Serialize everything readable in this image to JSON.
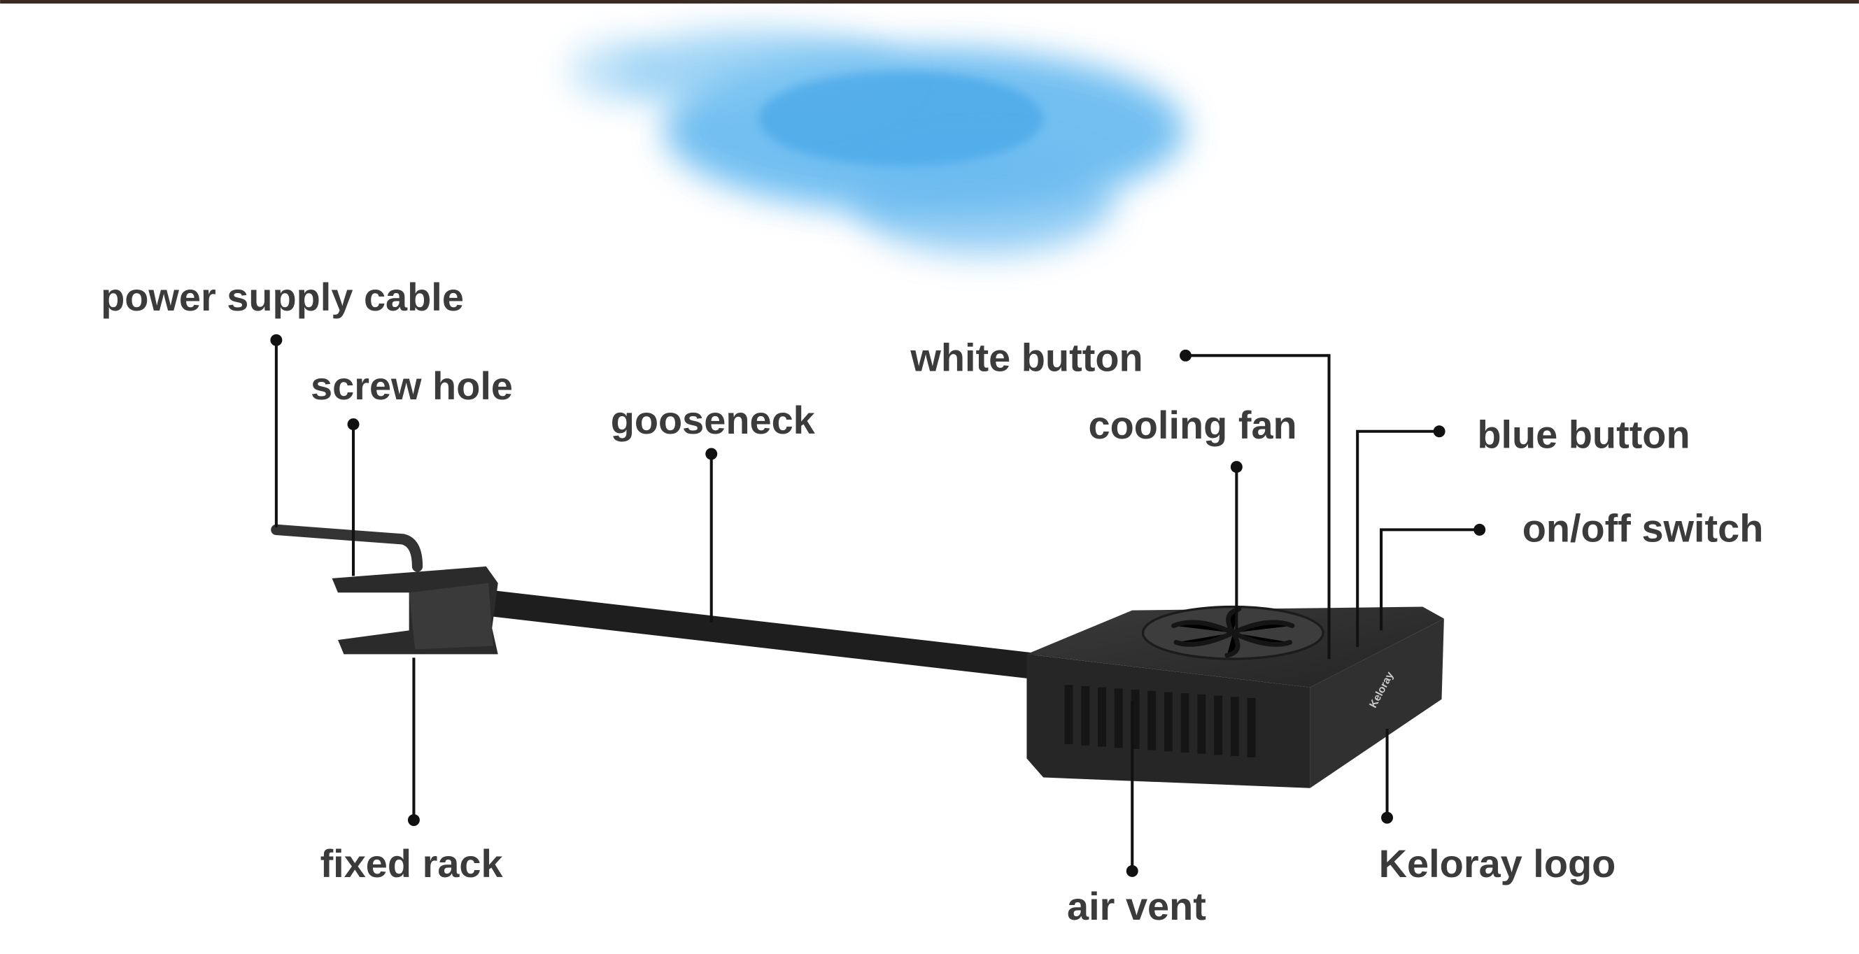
{
  "labels": {
    "power_supply_cable": "power supply cable",
    "screw_hole": "screw hole",
    "gooseneck": "gooseneck",
    "white_button": "white button",
    "cooling_fan": "cooling fan",
    "blue_button": "blue button",
    "on_off_switch": "on/off switch",
    "fixed_rack": "fixed rack",
    "air_vent": "air vent",
    "keloray_logo": "Keloray logo"
  },
  "device_logo_text": "Keloray",
  "colors": {
    "splash": "#4aa8e8",
    "device": "#2a2a2a",
    "text": "#3b3b3b"
  }
}
